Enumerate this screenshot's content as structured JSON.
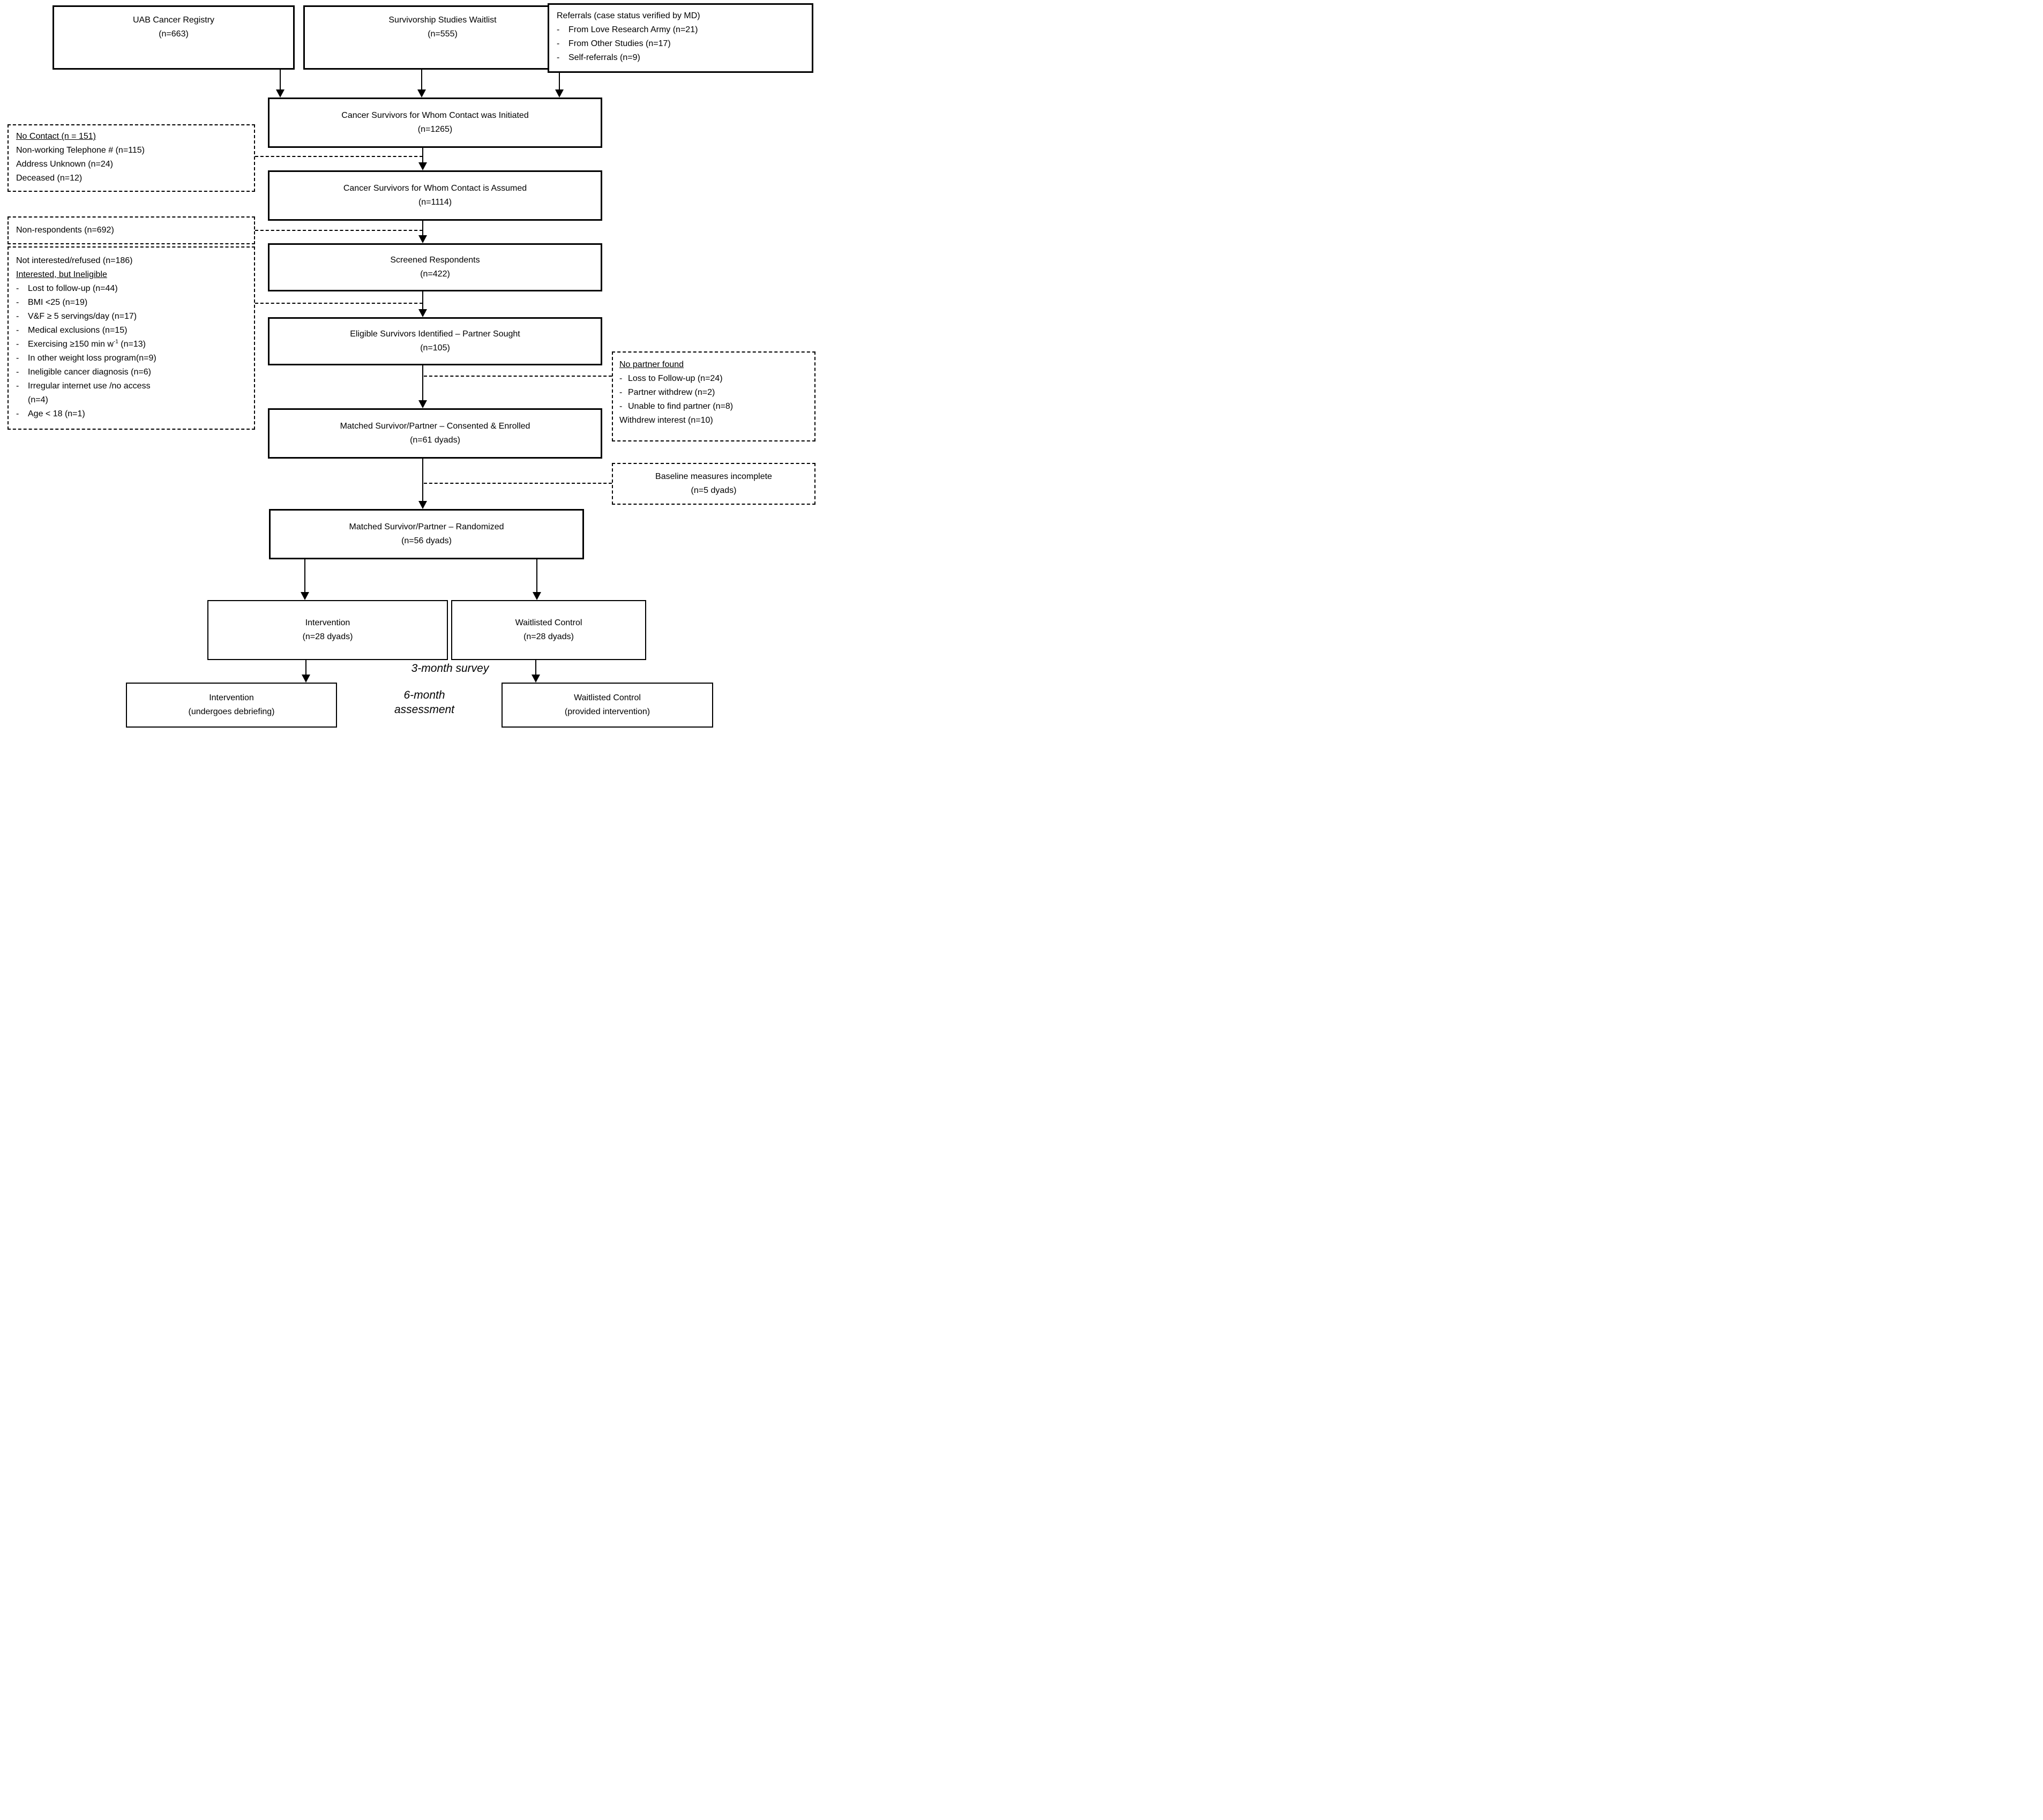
{
  "bullet": "-",
  "top": {
    "uab": {
      "line1": "UAB Cancer Registry",
      "line2": "(n=663)"
    },
    "waitlist": {
      "line1": "Survivorship Studies Waitlist",
      "line2": "(n=555)"
    },
    "referrals": {
      "title": "Referrals (case status verified by MD)",
      "items": [
        "From Love Research Army (n=21)",
        "From Other Studies (n=17)",
        "Self-referrals (n=9)"
      ]
    }
  },
  "flow": {
    "initiated": {
      "line1": "Cancer Survivors for Whom Contact was Initiated",
      "line2": "(n=1265)"
    },
    "assumed": {
      "line1": "Cancer Survivors for Whom Contact is Assumed",
      "line2": "(n=1114)"
    },
    "screened": {
      "line1": "Screened Respondents",
      "line2": "(n=422)"
    },
    "eligible": {
      "line1": "Eligible Survivors Identified – Partner Sought",
      "line2": "(n=105)"
    },
    "consented": {
      "line1": "Matched Survivor/Partner – Consented & Enrolled",
      "line2": "(n=61 dyads)"
    },
    "randomized": {
      "line1": "Matched Survivor/Partner – Randomized",
      "line2": "(n=56 dyads)"
    },
    "intervention": {
      "line1": "Intervention",
      "line2": "(n=28 dyads)"
    },
    "waitlisted": {
      "line1": "Waitlisted Control",
      "line2": "(n=28 dyads)"
    },
    "intervention_final": {
      "line1": "Intervention",
      "line2": "(undergoes debriefing)"
    },
    "waitlisted_final": {
      "line1": "Waitlisted Control",
      "line2": "(provided intervention)"
    }
  },
  "exclusions": {
    "no_contact": {
      "title": "No Contact (n = 151)",
      "items": [
        "Non-working Telephone # (n=115)",
        "Address Unknown (n=24)",
        "Deceased (n=12)"
      ]
    },
    "non_respondents": {
      "title": "Non-respondents (n=692)"
    },
    "ineligible": {
      "header1": "Not interested/refused (n=186)",
      "header2": "Interested, but Ineligible",
      "items": [
        "Lost to follow-up (n=44)",
        "BMI <25 (n=19)",
        "V&F ≥ 5 servings/day (n=17)",
        "Medical exclusions (n=15)",
        {
          "pre": "Exercising ≥150 min w",
          "sup": "-1",
          "post": " (n=13)"
        },
        "In other weight loss program(n=9)",
        "Ineligible cancer diagnosis (n=6)",
        {
          "line1": "Irregular internet use /no access",
          "line2": "(n=4)"
        },
        "Age < 18 (n=1)"
      ]
    },
    "no_partner": {
      "title": "No partner found",
      "items": [
        "Loss to Follow-up (n=24)",
        "Partner withdrew (n=2)",
        "Unable to find partner (n=8)"
      ],
      "footer": "Withdrew interest (n=10)"
    },
    "baseline": {
      "line1": "Baseline measures incomplete",
      "line2": "(n=5 dyads)"
    }
  },
  "annotations": {
    "survey_3mo": "3-month survey",
    "assessment_6mo_line1": "6-month",
    "assessment_6mo_line2": "assessment"
  }
}
